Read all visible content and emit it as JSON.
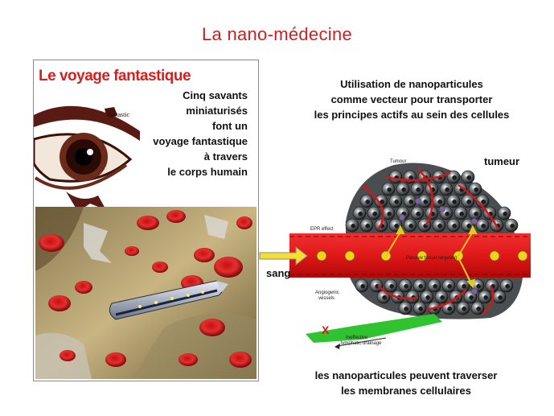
{
  "slide": {
    "title": "La nano-médecine"
  },
  "poster": {
    "title": "Le voyage fantastique",
    "caption_lines": [
      "Cinq savants",
      "miniaturisés",
      "font un",
      "voyage fantastique",
      "à travers",
      "le corps humain"
    ]
  },
  "description": {
    "lines": [
      "Utilisation de nanoparticules",
      "comme vecteur pour transporter",
      "les principes actifs au sein des cellules"
    ]
  },
  "diagram": {
    "label_tumeur": "tumeur",
    "label_sang": "sang",
    "small_labels": {
      "tumour": "Tumour",
      "epr": "EPR effect",
      "passive": "Passive tissue targeting",
      "angio_1": "Angiogenic",
      "angio_2": "vessels",
      "lymph_1": "Ineffective",
      "lymph_2": "lymphatic drainage"
    },
    "colors": {
      "vessel": "#e01818",
      "nanoparticle": "#f2d21a",
      "tumour_cell": "#3a3e40",
      "lymph": "#2fc42f"
    }
  },
  "footer": {
    "lines": [
      "les nanoparticules peuvent traverser",
      "les membranes cellulaires"
    ]
  }
}
